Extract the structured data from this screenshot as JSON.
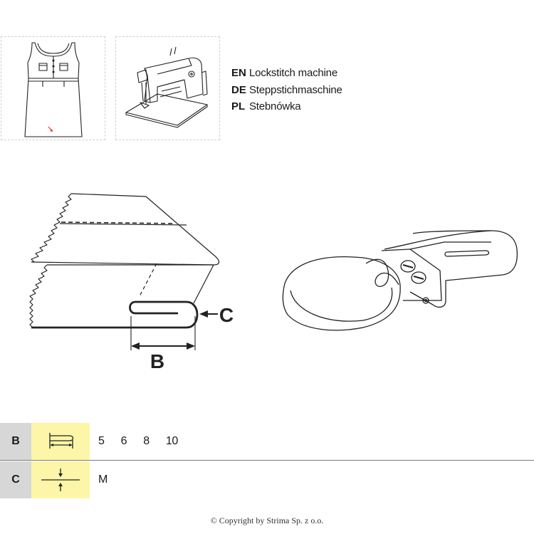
{
  "machine": {
    "items": [
      {
        "code": "EN",
        "name": "Lockstitch machine"
      },
      {
        "code": "DE",
        "name": "Steppstichmaschine"
      },
      {
        "code": "PL",
        "name": "Stebnówka"
      }
    ]
  },
  "diagram": {
    "label_b": "B",
    "label_c": "C"
  },
  "specs": {
    "b": {
      "key": "B",
      "values": [
        "5",
        "6",
        "8",
        "10"
      ]
    },
    "c": {
      "key": "C",
      "values": [
        "M"
      ]
    }
  },
  "colors": {
    "spec_key_bg": "#d7d7d7",
    "spec_icon_bg": "#fdf6a8",
    "arrow_red": "#e53935"
  },
  "footer": {
    "copyright": "© Copyright by Strima Sp. z o.o."
  }
}
